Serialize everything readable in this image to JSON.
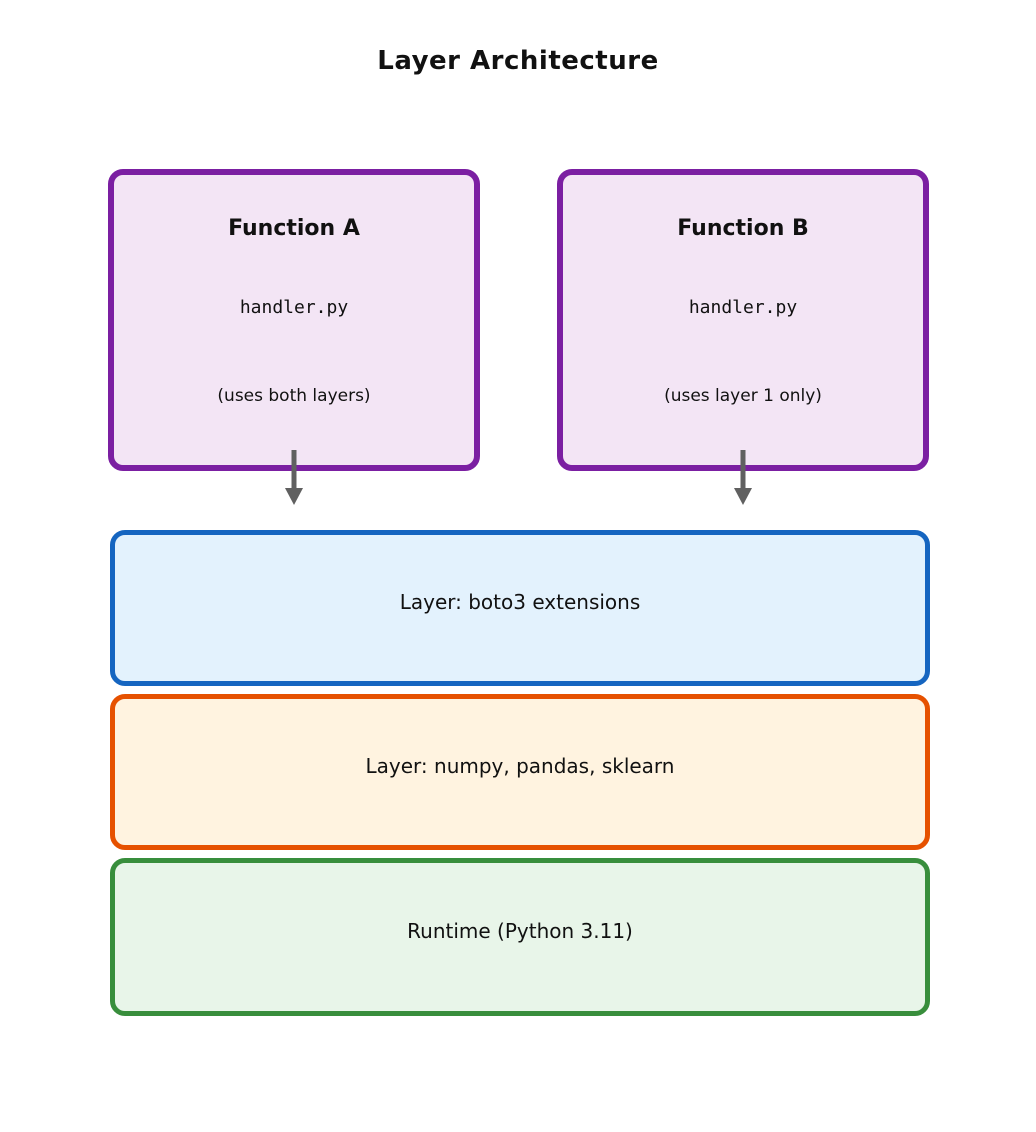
{
  "title": "Layer Architecture",
  "functions": [
    {
      "name": "Function A",
      "file": "handler.py",
      "note": "(uses both layers)"
    },
    {
      "name": "Function B",
      "file": "handler.py",
      "note": "(uses layer 1 only)"
    }
  ],
  "layers": [
    {
      "label": "Layer: boto3 extensions",
      "border_color": "#1565c0",
      "fill_color": "#e3f2fd"
    },
    {
      "label": "Layer: numpy, pandas, sklearn",
      "border_color": "#e65100",
      "fill_color": "#fff3e0"
    },
    {
      "label": "Runtime (Python 3.11)",
      "border_color": "#388e3c",
      "fill_color": "#e8f5e9"
    }
  ],
  "colors": {
    "background": "#ffffff",
    "text": "#111111",
    "function_border": "#7b1fa2",
    "function_fill": "#f3e5f5",
    "arrow": "#606060"
  },
  "icons": {
    "arrow_down": "↓"
  }
}
